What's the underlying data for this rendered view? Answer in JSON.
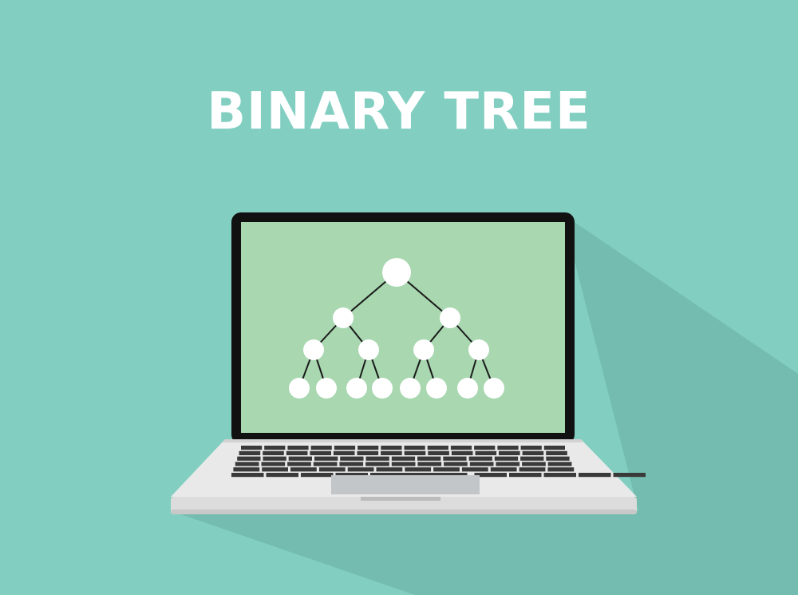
{
  "title": "BINARY TREE",
  "colors": {
    "background": "#82cfc2",
    "shadow": "#73bcaf",
    "bezel": "#111111",
    "screen": "#a8d7b0",
    "node": "#ffffff",
    "edge": "#1a1a1a",
    "keyboard_key": "#3a3a3a",
    "laptop_base": "#e9e9e9",
    "trackpad": "#c3c6c9"
  },
  "tree": {
    "levels": 4,
    "node_count": 15
  }
}
